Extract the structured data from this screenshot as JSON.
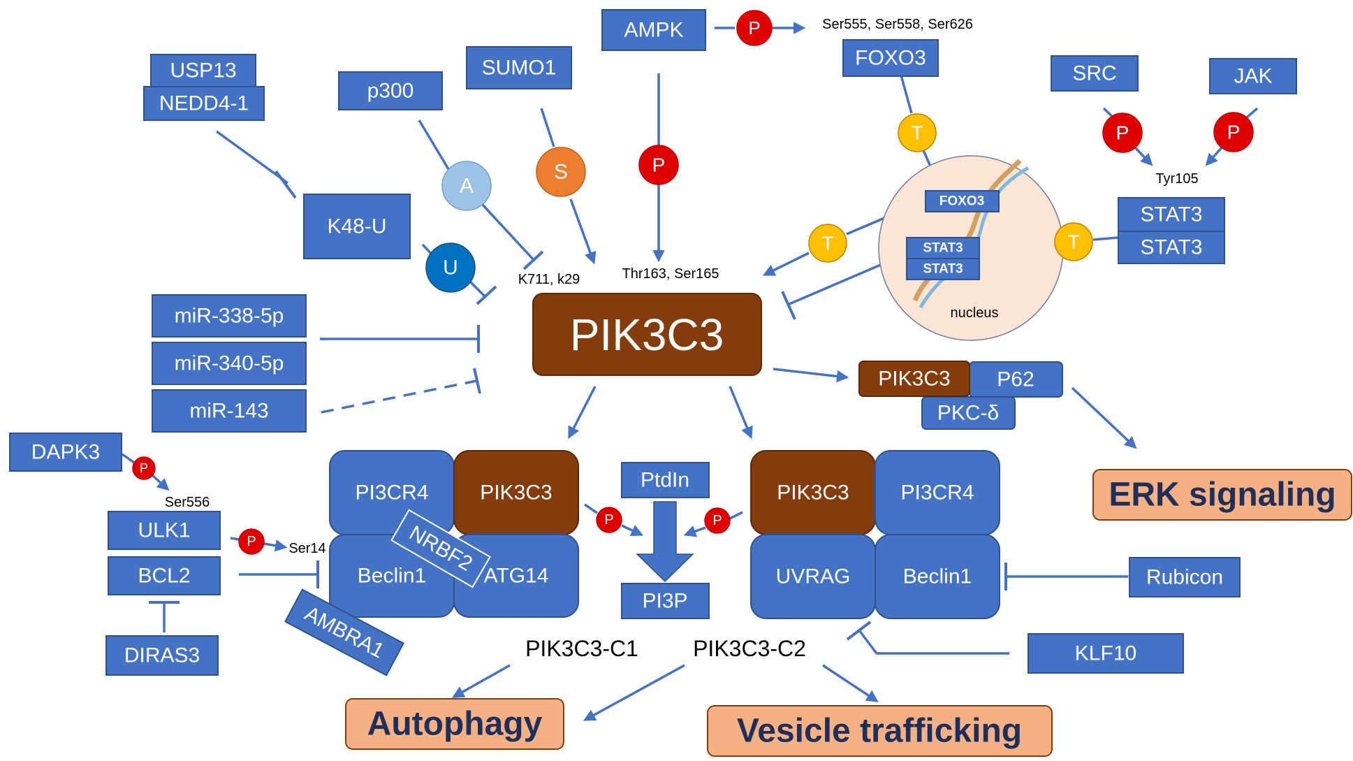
{
  "nodes": {
    "usp13": "USP13",
    "nedd4": "NEDD4-1",
    "p300": "p300",
    "sumo1": "SUMO1",
    "ampk": "AMPK",
    "foxo3_top": "FOXO3",
    "src": "SRC",
    "jak": "JAK",
    "k48u": "K48-U",
    "foxo3_nuc": "FOXO3",
    "stat3_nuc_1": "STAT3",
    "stat3_nuc_2": "STAT3",
    "stat3_1": "STAT3",
    "stat3_2": "STAT3",
    "mir338": "miR-338-5p",
    "mir340": "miR-340-5p",
    "mir143": "miR-143",
    "pik3c3_main": "PIK3C3",
    "pik3c3_p62": "PIK3C3",
    "p62": "P62",
    "pkcd": "PKC-δ",
    "dapk3": "DAPK3",
    "ulk1": "ULK1",
    "bcl2": "BCL2",
    "diras3": "DIRAS3",
    "c1_pi3cr4": "PI3CR4",
    "c1_pik3c3": "PIK3C3",
    "c1_beclin1": "Beclin1",
    "c1_atg14": "ATG14",
    "nrbf2": "NRBF2",
    "ambra1": "AMBRA1",
    "ptdin": "PtdIn",
    "pi3p": "PI3P",
    "c2_pik3c3": "PIK3C3",
    "c2_pi3cr4": "PI3CR4",
    "c2_uvrag": "UVRAG",
    "c2_beclin1": "Beclin1",
    "rubicon": "Rubicon",
    "klf10": "KLF10"
  },
  "badges": {
    "p": "P",
    "t": "T",
    "a": "A",
    "s": "S",
    "u": "U"
  },
  "labels": {
    "ampk_sites": "Ser555, Ser558, Ser626",
    "tyr105": "Tyr105",
    "k711": "K711, k29",
    "thr163": "Thr163, Ser165",
    "ser556": "Ser556",
    "ser14": "Ser14",
    "nucleus": "nucleus",
    "c1": "PIK3C3-C1",
    "c2": "PIK3C3-C2"
  },
  "outcomes": {
    "erk": "ERK signaling",
    "autophagy": "Autophagy",
    "vesicle": "Vesicle trafficking"
  },
  "colors": {
    "node_blue": "#4472C4",
    "pik3c3_brown": "#843C0C",
    "outcome_orange": "#F4B183",
    "phospho_red": "#E00000",
    "t_yellow": "#FFC000",
    "acetyl_lightblue": "#9DC3E6",
    "sumo_orange": "#ED7D31",
    "ubiq_blue": "#0070C0",
    "nucleus_fill": "#FBE5D6"
  }
}
